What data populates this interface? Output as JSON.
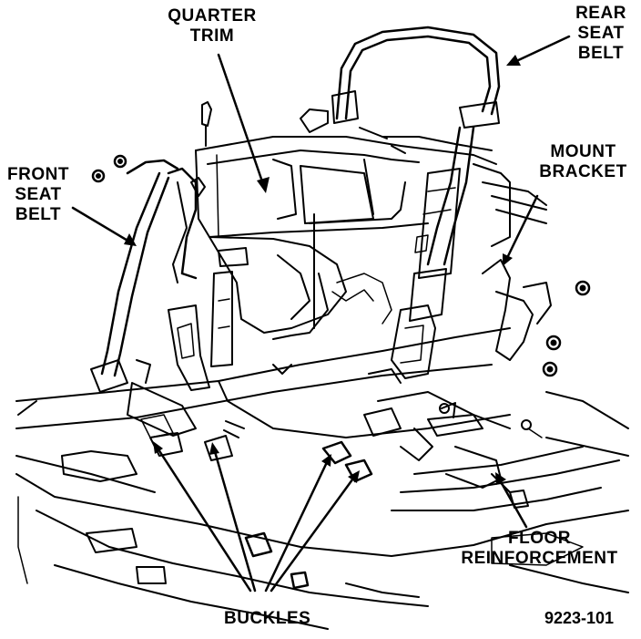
{
  "labels": {
    "quarter_trim": [
      "QUARTER",
      "TRIM"
    ],
    "rear_seat_belt": [
      "REAR",
      "SEAT",
      "BELT"
    ],
    "front_seat_belt": [
      "FRONT",
      "SEAT",
      "BELT"
    ],
    "mount_bracket": [
      "MOUNT",
      "BRACKET"
    ],
    "floor_reinforcement": [
      "FLOOR",
      "REINFORCEMENT"
    ],
    "buckles": "BUCKLES",
    "figure_code": "9223-101"
  },
  "colors": {
    "ink": "#000000",
    "paper": "#ffffff"
  }
}
